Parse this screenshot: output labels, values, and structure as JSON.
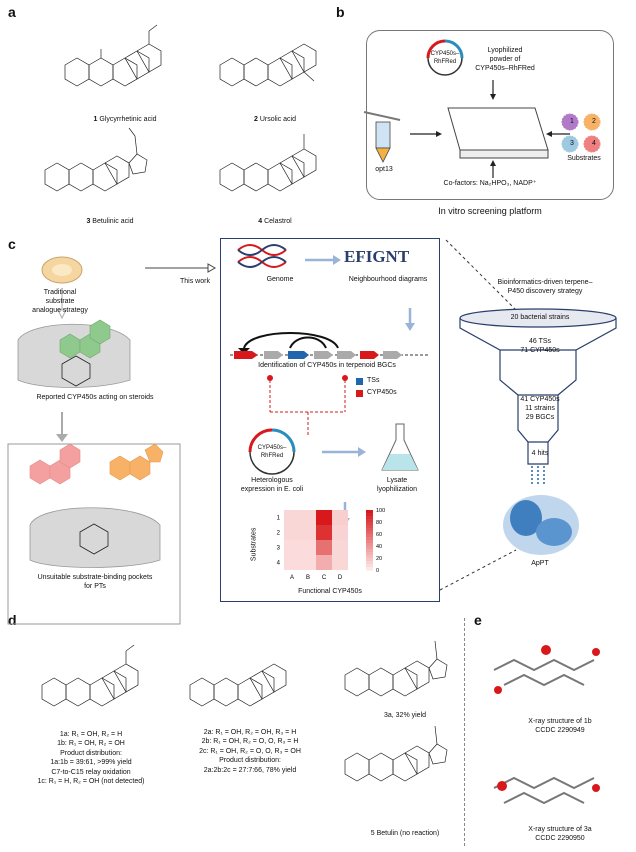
{
  "panels": {
    "a": "a",
    "b": "b",
    "c": "c",
    "d": "d",
    "e": "e"
  },
  "panel_a": {
    "compounds": [
      {
        "num": "1",
        "name": "Glycyrrhetinic acid"
      },
      {
        "num": "2",
        "name": "Ursolic acid"
      },
      {
        "num": "3",
        "name": "Betulinic acid"
      },
      {
        "num": "4",
        "name": "Celastrol"
      }
    ]
  },
  "panel_b": {
    "plasmid": "CYP450s–\nRhFRed",
    "powder": "Lyophilized\npowder of\nCYP450s–RhFRed",
    "tube_label": "opt13",
    "substrates_label": "Substrates",
    "substrate_nums": [
      "1",
      "2",
      "3",
      "4"
    ],
    "cofactors": "Co-factors: Na₂HPO₃, NADP⁺",
    "platform": "In vitro screening platform"
  },
  "panel_c": {
    "left": {
      "traditional": "Traditional\nsubstrate\nanalogue strategy",
      "reported": "Reported CYP450s acting on steroids",
      "unsuitable": "Unsuitable substrate-binding pockets\nfor PTs",
      "this_work": "This work"
    },
    "center": {
      "genome": "Genome",
      "efignt": "EFIGNT",
      "neighbourhood": "Neighbourhood diagrams",
      "identification": "Identification of CYP450s in terpenoid BGCs",
      "legend_ts": "TSs",
      "legend_cyp": "CYP450s",
      "plasmid": "CYP450s–\nRhFRed",
      "heterologous": "Heterologous\nexpression in E. coli",
      "lysate": "Lysate\nlyophilization",
      "functional": "Functional CYP450s",
      "ylabel": "Substrates"
    },
    "right": {
      "title": "Bioinformatics-driven terpene–\nP450 discovery strategy",
      "tier1": "20 bacterial strains",
      "tier2": "46 TSs\n71 CYP450s",
      "tier3": "41 CYP450s\n11 strains\n29 BGCs",
      "tier4": "4 hits",
      "protein": "ApPT"
    }
  },
  "chart_data": {
    "type": "heatmap",
    "x": [
      "A",
      "B",
      "C",
      "D"
    ],
    "y": [
      "1",
      "2",
      "3",
      "4"
    ],
    "xlabel": "Functional CYP450s",
    "ylabel": "Substrates",
    "colorbar_ticks": [
      "100",
      "80",
      "60",
      "40",
      "20",
      "0"
    ],
    "values": [
      [
        8,
        8,
        100,
        12
      ],
      [
        8,
        8,
        88,
        10
      ],
      [
        6,
        6,
        58,
        8
      ],
      [
        6,
        6,
        28,
        8
      ]
    ],
    "colors": {
      "low": "#fde7e7",
      "high": "#d7191c"
    }
  },
  "panel_d": {
    "c1_lines": [
      "1a: R₁ = OH, R₂ = H",
      "1b: R₁ = OH, R₂ = OH",
      "Product distribution:",
      "1a:1b = 39:61, >99% yield",
      "C7-to-C15 relay oxidation",
      "1c: R₁ = H, R₂ = OH (not detected)"
    ],
    "c2_lines": [
      "2a: R₁ = OH, R₂ = OH, R₃ = H",
      "2b: R₁ = OH, R₂ = O, O, R₃ = H",
      "2c: R₁ = OH, R₂ = O, O, R₃ = OH",
      "Product distribution:",
      "2a:2b:2c = 27:7:66, 78% yield"
    ],
    "c3": "3a, 32% yield",
    "c5": "5 Betulin (no reaction)"
  },
  "panel_e": {
    "xray1": "X-ray structure of 1b\nCCDC 2290949",
    "xray2": "X-ray structure of 3a\nCCDC 2290950"
  }
}
